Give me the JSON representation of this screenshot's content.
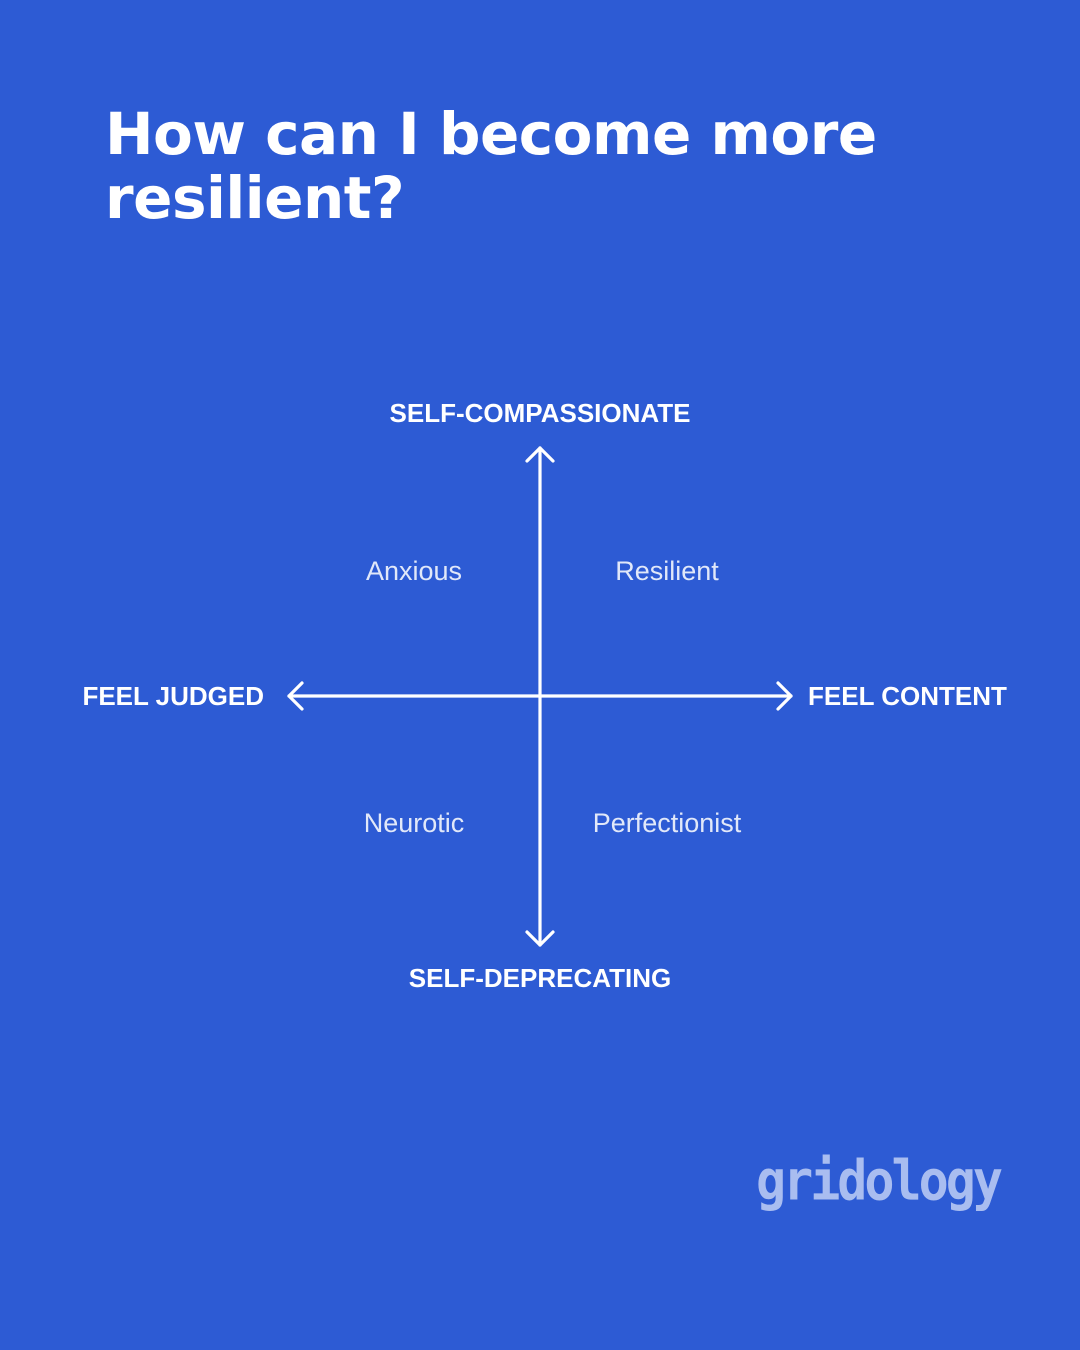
{
  "title": "How can I become more resilient?",
  "diagram": {
    "axes": {
      "top": "SELF-COMPASSIONATE",
      "bottom": "SELF-DEPRECATING",
      "left": "FEEL JUDGED",
      "right": "FEEL CONTENT"
    },
    "quadrants": {
      "top_left": "Anxious",
      "top_right": "Resilient",
      "bottom_left": "Neurotic",
      "bottom_right": "Perfectionist"
    }
  },
  "brand": {
    "logo_text": "gridology"
  },
  "colors": {
    "background": "#2d5bd4",
    "foreground": "#ffffff",
    "logo": "#a9bdf0"
  }
}
